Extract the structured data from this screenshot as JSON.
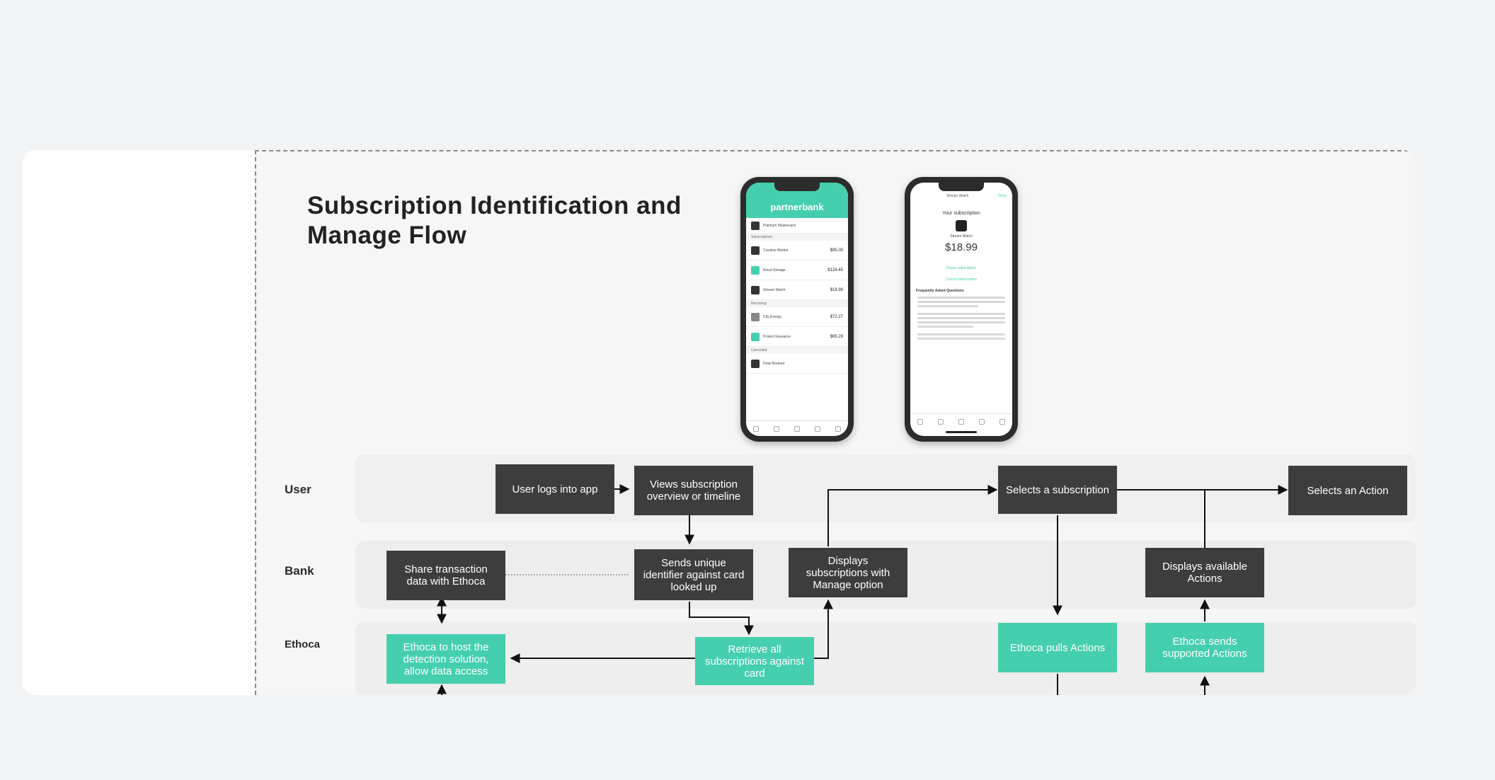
{
  "title": "Subscription Identification and Manage Flow",
  "lanes": {
    "user": "User",
    "bank": "Bank",
    "ethoca": "Ethoca"
  },
  "boxes": {
    "user_logs": "User logs into app",
    "views_overview": "Views subscription overview or timeline",
    "selects_subscription": "Selects a subscription",
    "selects_action": "Selects an Action",
    "share_data": "Share transaction data with Ethoca",
    "sends_identifier": "Sends unique identifier against card looked up",
    "displays_manage": "Displays subscriptions with Manage option",
    "displays_actions": "Displays available Actions",
    "ethoca_host": "Ethoca to host the detection solution, allow data access",
    "retrieve_subs": "Retrieve all subscriptions against card",
    "ethoca_pulls": "Ethoca pulls Actions",
    "ethoca_sends": "Ethoca sends supported Actions"
  },
  "phone1": {
    "brand": "partnerbank",
    "card": "Platinum Mastercard",
    "section_subscriptions": "Subscriptions",
    "section_recurring": "Recurring",
    "section_cancelled": "Cancelled",
    "items": [
      {
        "name": "Creative Market",
        "amount": "$95.00"
      },
      {
        "name": "Kloud Storage",
        "amount": "$124.45"
      },
      {
        "name": "Stream Watch",
        "amount": "$18.99"
      },
      {
        "name": "City Energy",
        "amount": "$72.27"
      },
      {
        "name": "Protect Insurance",
        "amount": "$65.29"
      },
      {
        "name": "Hotel Booked",
        "amount": ""
      }
    ]
  },
  "phone2": {
    "top_title": "Stream Watch",
    "done": "Done",
    "your_subscription": "Your subscription",
    "service": "Stream Watch",
    "price": "$18.99",
    "pause": "Pause subscription",
    "cancel": "Cancel subscription",
    "faq": "Frequently Asked Questions"
  },
  "colors": {
    "accent": "#45cfae",
    "dark_box": "#3d3d3d"
  }
}
